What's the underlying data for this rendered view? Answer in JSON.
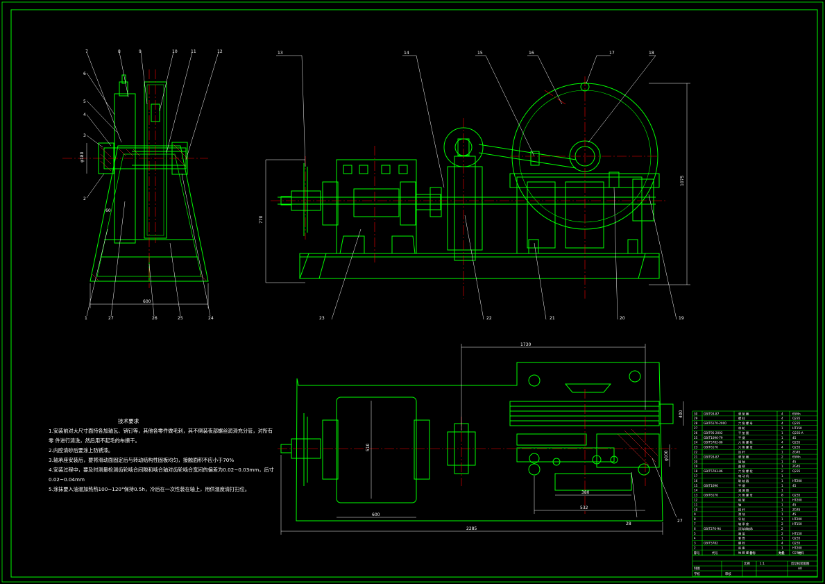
{
  "colors": {
    "background": "#000000",
    "frame": "#00ff00",
    "outline": "#00ff00",
    "centerline": "#ff0000",
    "dimension": "#ffffff",
    "leader": "#ffffff",
    "hatch": "#ff3030"
  },
  "callouts": {
    "side_top": [
      "7",
      "8",
      "9",
      "10",
      "11",
      "12"
    ],
    "side_left": [
      "6",
      "5",
      "4",
      "3",
      "2"
    ],
    "side_bottom": [
      "1",
      "27",
      "26",
      "25",
      "24"
    ],
    "front_top": [
      "13",
      "14",
      "15",
      "16",
      "17",
      "18"
    ],
    "front_bottom": [
      "23",
      "22",
      "21",
      "20",
      "19"
    ],
    "plan": [
      "28",
      "27"
    ]
  },
  "dimensions": {
    "side_width": "600",
    "side_bore": "φ180",
    "side_small": "60",
    "front_height_left": "770",
    "front_height_right": "1075",
    "plan_top": "1730",
    "plan_motor_h": "510",
    "plan_motor_w": "600",
    "plan_total": "2285",
    "plan_mid1": "380",
    "plan_mid2": "532",
    "plan_right_a": "400",
    "plan_right_b": "φ100"
  },
  "tech_notes": {
    "title": "技术要求",
    "lines": [
      "1.安装前对大尺寸面持各加轴瓦、销钉等，其他各零件做毛刺，其不倒装夜部螺丝润滑充分管，对所有",
      "零   件进行清洗，然后用不起毛的布擦干。",
      "2.内腔清砂后要涂上防锈漆。",
      "3.轴承座安装后，要将滑动面固定后与转动结构性固板均匀，接触面积不应小于70%",
      "4.安装过程中，要及时测量检测齿轮啮合间隙和啮合轴对齿轮啮合宽间的偏差为0.02~0.03mm，后寸",
      "0.02~0.04mm",
      "5.涂抹要入油温加热热100~120°保持0.5h，冷后在一次性装在轴上，用供温度清打扫位。"
    ]
  },
  "title_block": {
    "rows": [
      {
        "no": "30",
        "code": "GB/T93-87",
        "name": "弹 垫 圈",
        "qty": "4",
        "mat": "65Mn"
      },
      {
        "no": "29",
        "code": "",
        "name": "螺 柱",
        "qty": "4",
        "mat": "Q235"
      },
      {
        "no": "28",
        "code": "GB/T6170-2000",
        "name": "六 角 螺 母",
        "qty": "4",
        "mat": "Q235"
      },
      {
        "no": "27",
        "code": "",
        "name": "带 轮",
        "qty": "1",
        "mat": "HT150"
      },
      {
        "no": "26",
        "code": "GB/T95-2002",
        "name": "平 垫 圈",
        "qty": "1",
        "mat": "Q235-A"
      },
      {
        "no": "25",
        "code": "GB/T1096-79",
        "name": "平 键",
        "qty": "1",
        "mat": "45"
      },
      {
        "no": "24",
        "code": "GB/T5782-86",
        "name": "六 角 螺 栓",
        "qty": "4",
        "mat": "Q235"
      },
      {
        "no": "23",
        "code": "GB/T6170",
        "name": "六 角 螺 母",
        "qty": "4",
        "mat": "Q235"
      },
      {
        "no": "22",
        "code": "",
        "name": "连 杆",
        "qty": "1",
        "mat": "ZG45"
      },
      {
        "no": "21",
        "code": "GB/T93-87",
        "name": "弹 垫 圈",
        "qty": "2",
        "mat": "65Mn"
      },
      {
        "no": "20",
        "code": "",
        "name": "销 轴",
        "qty": "1",
        "mat": "45"
      },
      {
        "no": "19",
        "code": "",
        "name": "曲 柄",
        "qty": "1",
        "mat": "ZG45"
      },
      {
        "no": "18",
        "code": "GB/T5783-86",
        "name": "六 角 螺 栓",
        "qty": "2",
        "mat": "Q235"
      },
      {
        "no": "17",
        "code": "",
        "name": "电 动 机",
        "qty": "1",
        "mat": ""
      },
      {
        "no": "16",
        "code": "",
        "name": "联 轴 器",
        "qty": "1",
        "mat": "HT200"
      },
      {
        "no": "15",
        "code": "GB/T1096",
        "name": "平 键",
        "qty": "1",
        "mat": "45"
      },
      {
        "no": "14",
        "code": "",
        "name": "减 速 器",
        "qty": "1",
        "mat": ""
      },
      {
        "no": "13",
        "code": "GB/T6170",
        "name": "六 角 螺 母",
        "qty": "8",
        "mat": "Q235"
      },
      {
        "no": "12",
        "code": "",
        "name": "机 架",
        "qty": "1",
        "mat": "HT200"
      },
      {
        "no": "11",
        "code": "",
        "name": "轴",
        "qty": "1",
        "mat": "45"
      },
      {
        "no": "10",
        "code": "",
        "name": "摇 杆",
        "qty": "1",
        "mat": "ZG45"
      },
      {
        "no": "9",
        "code": "",
        "name": "滑 块",
        "qty": "1",
        "mat": "45"
      },
      {
        "no": "8",
        "code": "",
        "name": "导 轨",
        "qty": "1",
        "mat": "HT200"
      },
      {
        "no": "7",
        "code": "",
        "name": "轴 承 座",
        "qty": "2",
        "mat": "HT150"
      },
      {
        "no": "6",
        "code": "GB/T276-94",
        "name": "深沟球轴承",
        "qty": "2",
        "mat": ""
      },
      {
        "no": "5",
        "code": "",
        "name": "端 盖",
        "qty": "2",
        "mat": "HT150"
      },
      {
        "no": "4",
        "code": "",
        "name": "套 筒",
        "qty": "1",
        "mat": "Q235"
      },
      {
        "no": "3",
        "code": "GB/T5782",
        "name": "螺 栓",
        "qty": "4",
        "mat": "Q235"
      },
      {
        "no": "2",
        "code": "",
        "name": "底 座",
        "qty": "1",
        "mat": "HT200"
      },
      {
        "no": "1",
        "code": "",
        "name": "地 脚 螺 栓",
        "qty": "4",
        "mat": "Q235"
      }
    ],
    "header": {
      "no": "序号",
      "code": "代号",
      "name": "名称",
      "qty": "数量",
      "mat": "材料"
    },
    "scale_label": "比例",
    "scale": "1:1",
    "drawing_title": "剪切机装配图",
    "sheet": "A0",
    "drawn_by": "制图",
    "checked_by": "审核",
    "school": "学校"
  }
}
